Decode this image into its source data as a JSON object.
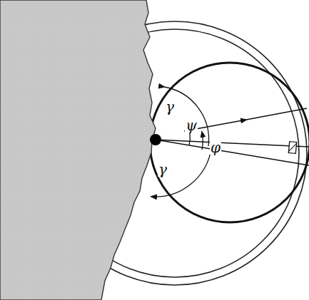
{
  "diagram": {
    "labels": [
      "γ",
      "ψ",
      "φ",
      "γ"
    ]
  }
}
